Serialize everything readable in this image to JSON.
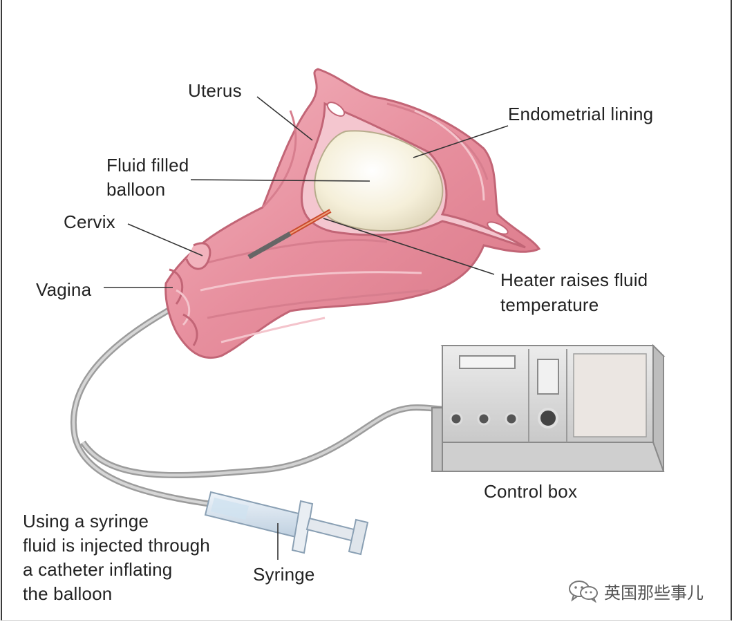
{
  "labels": {
    "uterus": "Uterus",
    "endometrial_lining": "Endometrial lining",
    "fluid_balloon_1": "Fluid filled",
    "fluid_balloon_2": "balloon",
    "cervix": "Cervix",
    "vagina": "Vagina",
    "heater_1": "Heater raises fluid",
    "heater_2": "temperature",
    "control_box": "Control box",
    "syringe": "Syringe",
    "caption_1": "Using a syringe",
    "caption_2": "fluid is injected through",
    "caption_3": "a catheter inflating",
    "caption_4": "the balloon"
  },
  "watermark": {
    "text": "英国那些事儿",
    "icon": "wechat-icon"
  },
  "colors": {
    "tissue": "#e99aa6",
    "tissue_dark": "#c96a7a",
    "tissue_light": "#f7cfd6",
    "balloon": "#f6f0dc",
    "device": "#d6d6d6",
    "device_face": "#e4e4e4",
    "tube": "#a8a8a8"
  }
}
